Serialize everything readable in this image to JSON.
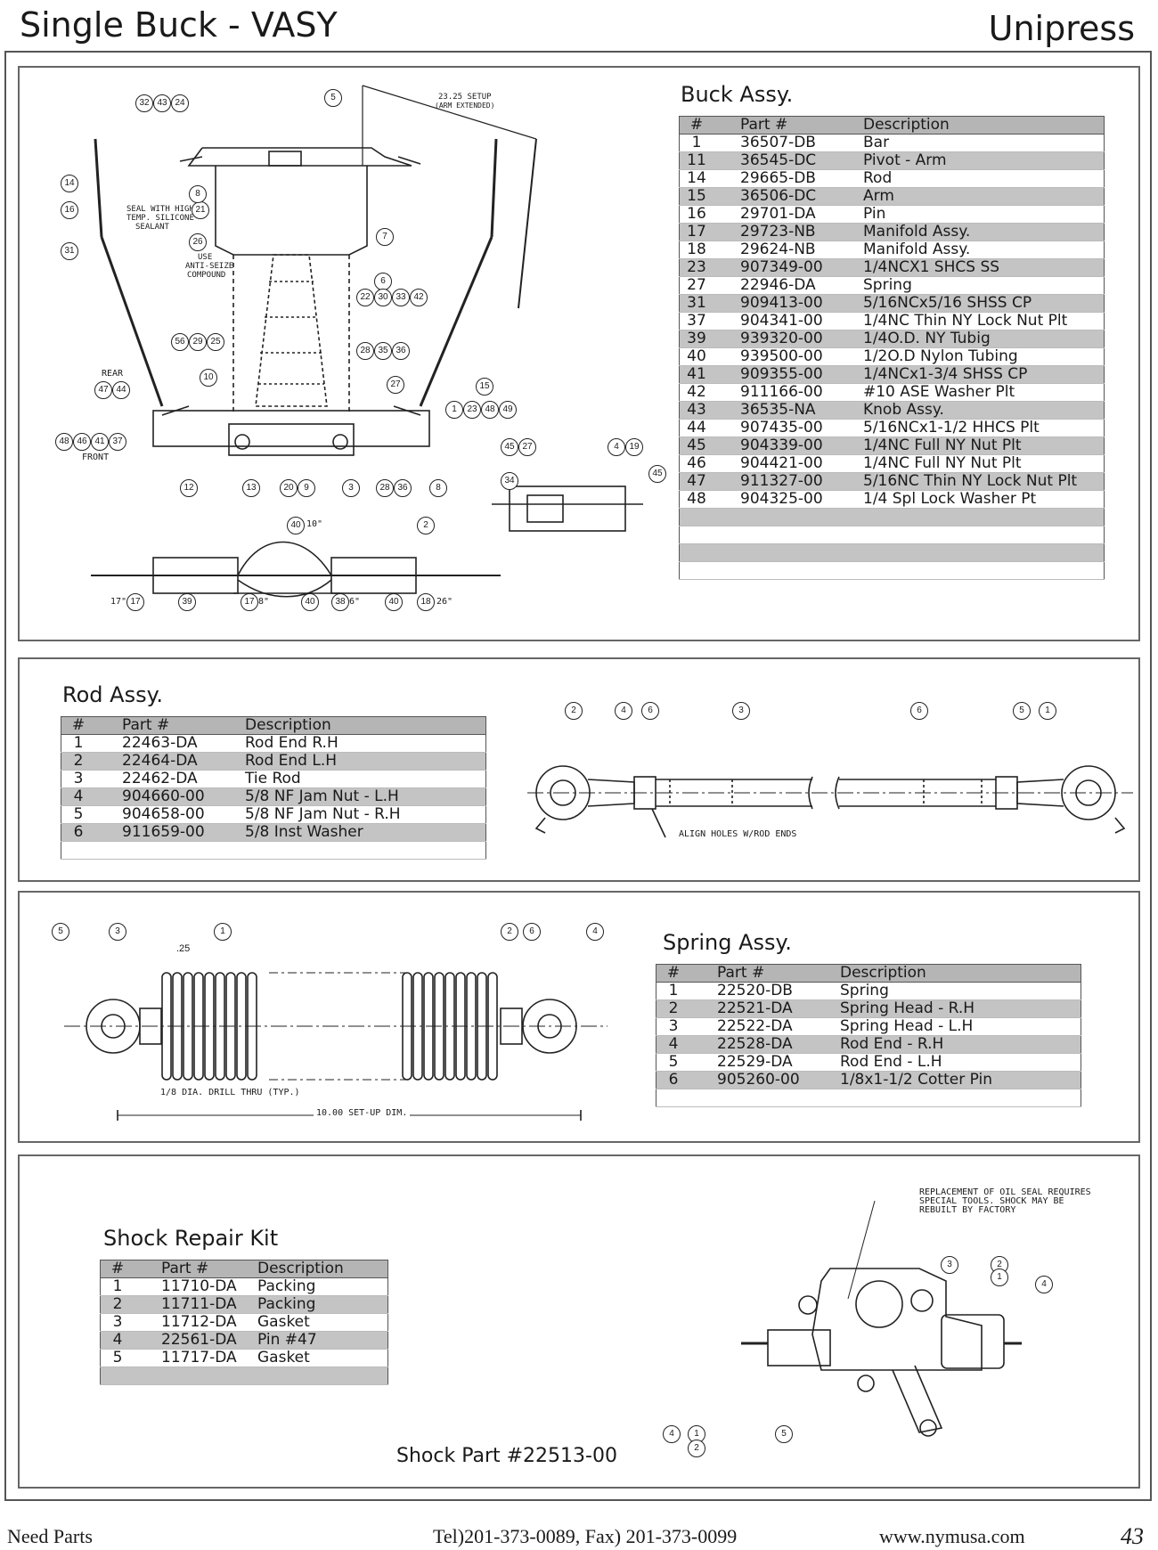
{
  "header": {
    "title": "Single Buck - VASY",
    "brand": "Unipress"
  },
  "buck": {
    "title": "Buck Assy.",
    "columns": [
      "#",
      "Part #",
      "Description"
    ],
    "rows": [
      [
        "1",
        "36507-DB",
        "Bar"
      ],
      [
        "11",
        "36545-DC",
        "Pivot - Arm"
      ],
      [
        "14",
        "29665-DB",
        "Rod"
      ],
      [
        "15",
        "36506-DC",
        "Arm"
      ],
      [
        "16",
        "29701-DA",
        "Pin"
      ],
      [
        "17",
        "29723-NB",
        "Manifold Assy."
      ],
      [
        "18",
        "29624-NB",
        "Manifold Assy."
      ],
      [
        "23",
        "907349-00",
        "1/4NCX1 SHCS SS"
      ],
      [
        "27",
        "22946-DA",
        "Spring"
      ],
      [
        "31",
        "909413-00",
        "5/16NCx5/16 SHSS CP"
      ],
      [
        "37",
        "904341-00",
        "1/4NC Thin NY Lock Nut Plt"
      ],
      [
        "39",
        "939320-00",
        "1/4O.D. NY Tubig"
      ],
      [
        "40",
        "939500-00",
        "1/2O.D Nylon Tubing"
      ],
      [
        "41",
        "909355-00",
        "1/4NCx1-3/4 SHSS CP"
      ],
      [
        "42",
        "911166-00",
        "#10 ASE Washer Plt"
      ],
      [
        "43",
        "36535-NA",
        "Knob Assy."
      ],
      [
        "44",
        "907435-00",
        "5/16NCx1-1/2 HHCS Plt"
      ],
      [
        "45",
        "904339-00",
        "1/4NC Full NY Nut Plt"
      ],
      [
        "46",
        "904421-00",
        "1/4NC Full NY Nut Plt"
      ],
      [
        "47",
        "911327-00",
        "5/16NC Thin NY Lock Nut Plt"
      ],
      [
        "48",
        "904325-00",
        "1/4 Spl Lock Washer Pt"
      ],
      [
        "",
        "",
        ""
      ],
      [
        "",
        "",
        ""
      ],
      [
        "",
        "",
        ""
      ],
      [
        "",
        "",
        ""
      ]
    ],
    "callouts": {
      "top": [
        "32",
        "43",
        "24",
        "5"
      ],
      "setup": "23.25 SETUP",
      "setup_sub": "(ARM EXTENDED)",
      "left": [
        "14",
        "16",
        "31"
      ],
      "seal_note": [
        "SEAL WITH HIGH",
        "TEMP. SILICONE",
        "SEALANT"
      ],
      "seal_num": "21",
      "antiseize_num": "26",
      "antiseize_note": [
        "USE",
        "ANTI-SEIZE",
        "COMPOUND"
      ],
      "mid": [
        "8",
        "7",
        "6",
        "3",
        "22",
        "30",
        "33",
        "42",
        "56",
        "29",
        "25",
        "28",
        "35",
        "36",
        "10",
        "27",
        "15",
        "1",
        "23",
        "48",
        "49"
      ],
      "rear": "REAR",
      "rear_nums": [
        "47",
        "44"
      ],
      "front": "FRONT",
      "front_nums": [
        "48",
        "46",
        "41",
        "37"
      ],
      "bottom": [
        "12",
        "13",
        "20",
        "9",
        "3",
        "28",
        "36",
        "8"
      ],
      "detail": [
        "45",
        "27",
        "4",
        "19",
        "45",
        "34"
      ],
      "manifold": [
        "40",
        "2",
        "17",
        "39",
        "17",
        "40",
        "38",
        "40",
        "18",
        "39"
      ],
      "manifold_lengths": [
        "10\"",
        "17\"",
        "8\"",
        "6\"",
        "26\""
      ]
    }
  },
  "rod": {
    "title": "Rod Assy.",
    "columns": [
      "#",
      "Part #",
      "Description"
    ],
    "rows": [
      [
        "1",
        "22463-DA",
        "Rod End R.H"
      ],
      [
        "2",
        "22464-DA",
        "Rod End L.H"
      ],
      [
        "3",
        "22462-DA",
        "Tie Rod"
      ],
      [
        "4",
        "904660-00",
        "5/8 NF Jam Nut - L.H"
      ],
      [
        "5",
        "904658-00",
        "5/8 NF Jam Nut - R.H"
      ],
      [
        "6",
        "911659-00",
        "5/8 Inst Washer"
      ],
      [
        "",
        "",
        ""
      ]
    ],
    "callouts": [
      "2",
      "4",
      "6",
      "3",
      "6",
      "5",
      "1"
    ],
    "note": "ALIGN HOLES W/ROD ENDS"
  },
  "spring": {
    "title": "Spring Assy.",
    "columns": [
      "#",
      "Part #",
      "Description"
    ],
    "rows": [
      [
        "1",
        "22520-DB",
        "Spring"
      ],
      [
        "2",
        "22521-DA",
        "Spring Head - R.H"
      ],
      [
        "3",
        "22522-DA",
        "Spring Head - L.H"
      ],
      [
        "4",
        "22528-DA",
        "Rod End - R.H"
      ],
      [
        "5",
        "22529-DA",
        "Rod End - L.H"
      ],
      [
        "6",
        "905260-00",
        "1/8x1-1/2 Cotter Pin"
      ],
      [
        "",
        "",
        ""
      ]
    ],
    "callouts": [
      "5",
      "3",
      "1",
      "2",
      "6",
      "4"
    ],
    "dim_25": ".25",
    "drill_note": "1/8 DIA. DRILL THRU (TYP.)",
    "setup_dim": "10.00 SET-UP DIM."
  },
  "shock": {
    "title": "Shock Repair Kit",
    "columns": [
      "#",
      "Part #",
      "Description"
    ],
    "rows": [
      [
        "1",
        "11710-DA",
        "Packing"
      ],
      [
        "2",
        "11711-DA",
        "Packing"
      ],
      [
        "3",
        "11712-DA",
        "Gasket"
      ],
      [
        "4",
        "22561-DA",
        "Pin #47"
      ],
      [
        "5",
        "11717-DA",
        "Gasket"
      ],
      [
        "",
        "",
        ""
      ]
    ],
    "part_label": "Shock Part #22513-00",
    "note": [
      "REPLACEMENT OF OIL SEAL REQUIRES",
      "SPECIAL TOOLS. SHOCK MAY BE",
      "REBUILT BY FACTORY"
    ],
    "callouts": [
      "3",
      "2",
      "1",
      "4",
      "4",
      "1",
      "2",
      "5"
    ]
  },
  "footer": {
    "left": "Need Parts",
    "phone": "Tel)201-373-0089,  Fax) 201-373-0099",
    "web": "www.nymusa.com",
    "page": "43"
  }
}
